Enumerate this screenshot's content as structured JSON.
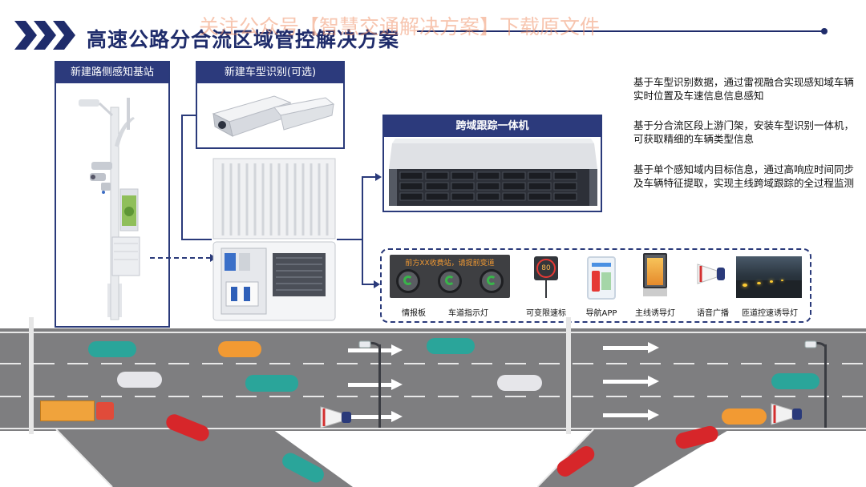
{
  "header": {
    "title": "高速公路分合流区域管控解决方案",
    "watermark": "关注公众号【智慧交通解决方案】下载原文件"
  },
  "colors": {
    "brand_navy": "#1f2c6b",
    "box_border": "#2a3a7a",
    "road": "#7e7e80"
  },
  "roadside": {
    "label": "新建路侧感知基站"
  },
  "camera": {
    "label": "新建车型识别(可选)"
  },
  "server": {
    "label": "跨域跟踪一体机"
  },
  "descriptions": [
    "基于车型识别数据，通过雷视融合实现感知域车辆实时位置及车速信息信息感知",
    "基于分合流区段上游门架，安装车型识别一体机，可获取精细的车辆类型信息",
    "基于单个感知域内目标信息，通过高响应时间同步及车辆特征提取，实现主线跨域跟踪的全过程监测"
  ],
  "devices": {
    "info_board_text": "前方XX收费站，请提前变道",
    "speed_sign_value": "80",
    "items": [
      {
        "label": "情报板",
        "icon": "info-board-icon"
      },
      {
        "label": "车道指示灯",
        "icon": "lane-light-icon"
      },
      {
        "label": "可变限速标",
        "icon": "speed-limit-sign-icon"
      },
      {
        "label": "导航APP",
        "icon": "navigation-app-icon"
      },
      {
        "label": "主线诱导灯",
        "icon": "guidance-light-icon"
      },
      {
        "label": "语音广播",
        "icon": "speaker-icon"
      },
      {
        "label": "匝道控速诱导灯",
        "icon": "ramp-speed-light-icon"
      }
    ]
  }
}
